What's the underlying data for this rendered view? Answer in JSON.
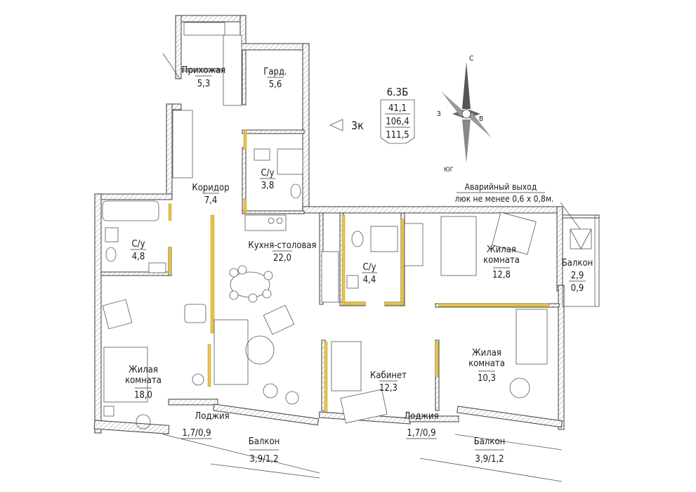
{
  "apartment": {
    "code": "6.3Б",
    "areas": [
      "41,1",
      "106,4",
      "111,5"
    ],
    "rooms_marker": "3к"
  },
  "rooms": [
    {
      "id": "hallway",
      "name": "Прихожая",
      "area": "5,3"
    },
    {
      "id": "wardrobe",
      "name": "Гард.",
      "area": "5,6"
    },
    {
      "id": "bathroom-top",
      "name": "С/у",
      "area": "3,8"
    },
    {
      "id": "corridor",
      "name": "Коридор",
      "area": "7,4"
    },
    {
      "id": "bathroom-left",
      "name": "С/у",
      "area": "4,8"
    },
    {
      "id": "kitchen",
      "name": "Кухня-столовая",
      "area": "22,0"
    },
    {
      "id": "bathroom-mid",
      "name": "С/у",
      "area": "4,4"
    },
    {
      "id": "bedroom-right",
      "name": "Жилая комната",
      "area": "12,8"
    },
    {
      "id": "balcony-right",
      "name": "Балкон",
      "area": "2,9",
      "area2": "0,9"
    },
    {
      "id": "bedroom-left",
      "name": "Жилая комната",
      "area": "18,0"
    },
    {
      "id": "study",
      "name": "Кабинет",
      "area": "12,3"
    },
    {
      "id": "bedroom-mid",
      "name": "Жилая комната",
      "area": "10,3"
    },
    {
      "id": "loggia-left",
      "name": "Лоджия",
      "area": "1,7/0,9"
    },
    {
      "id": "balcony-left",
      "name": "Балкон",
      "area": "3,9/1,2"
    },
    {
      "id": "loggia-right",
      "name": "Лоджия",
      "area": "1,7/0,9"
    },
    {
      "id": "balcony-bottom-right",
      "name": "Балкон",
      "area": "3,9/1,2"
    }
  ],
  "emergency_exit": {
    "title": "Аварийный выход",
    "note": "люк не менее 0,6 х 0,8м."
  },
  "compass": {
    "north": "С",
    "south": "ЮГ",
    "east": "В",
    "west": "З"
  }
}
